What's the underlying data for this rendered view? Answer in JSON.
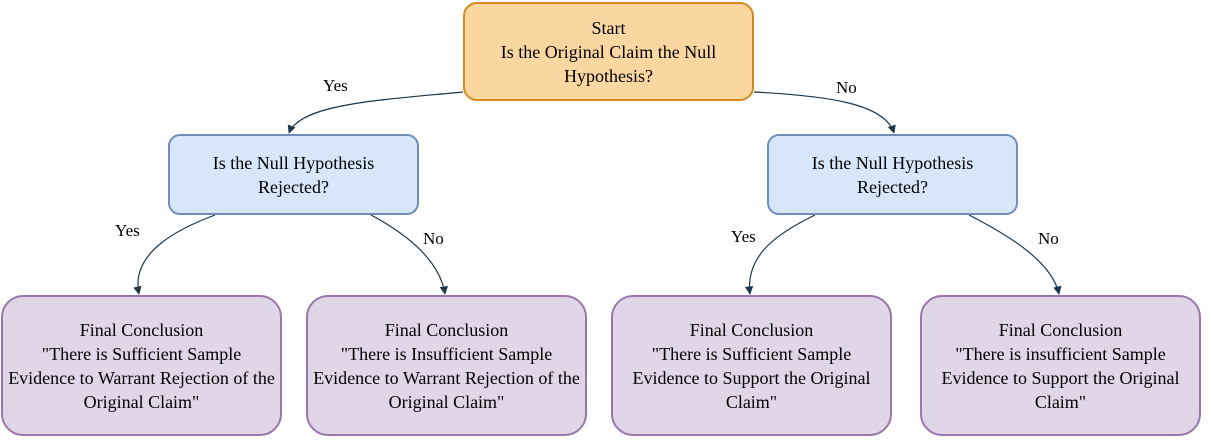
{
  "colors": {
    "start_fill": "#fad7a1",
    "start_border": "#d58a1d",
    "question_fill": "#d8e6f9",
    "question_border": "#6f8fb8",
    "conclusion_fill": "#e1d5e8",
    "conclusion_border": "#9a76aa",
    "edge": "#1f3548"
  },
  "start": {
    "text": "Start\nIs the Original Claim the Null Hypothesis?"
  },
  "question_left": {
    "text": "Is the Null Hypothesis\nRejected?"
  },
  "question_right": {
    "text": "Is the Null Hypothesis\nRejected?"
  },
  "conclusions": [
    {
      "text": "Final Conclusion\n\"There is Sufficient Sample Evidence to Warrant Rejection of the Original Claim\""
    },
    {
      "text": "Final Conclusion\n\"There is Insufficient Sample Evidence to Warrant Rejection of the Original Claim\""
    },
    {
      "text": "Final Conclusion\n\"There is Sufficient Sample Evidence to Support the Original Claim\""
    },
    {
      "text": "Final Conclusion\n\"There is insufficient Sample Evidence to Support the Original Claim\""
    }
  ],
  "edge_labels": {
    "start_yes": "Yes",
    "start_no": "No",
    "left_yes": "Yes",
    "left_no": "No",
    "right_yes": "Yes",
    "right_no": "No"
  }
}
